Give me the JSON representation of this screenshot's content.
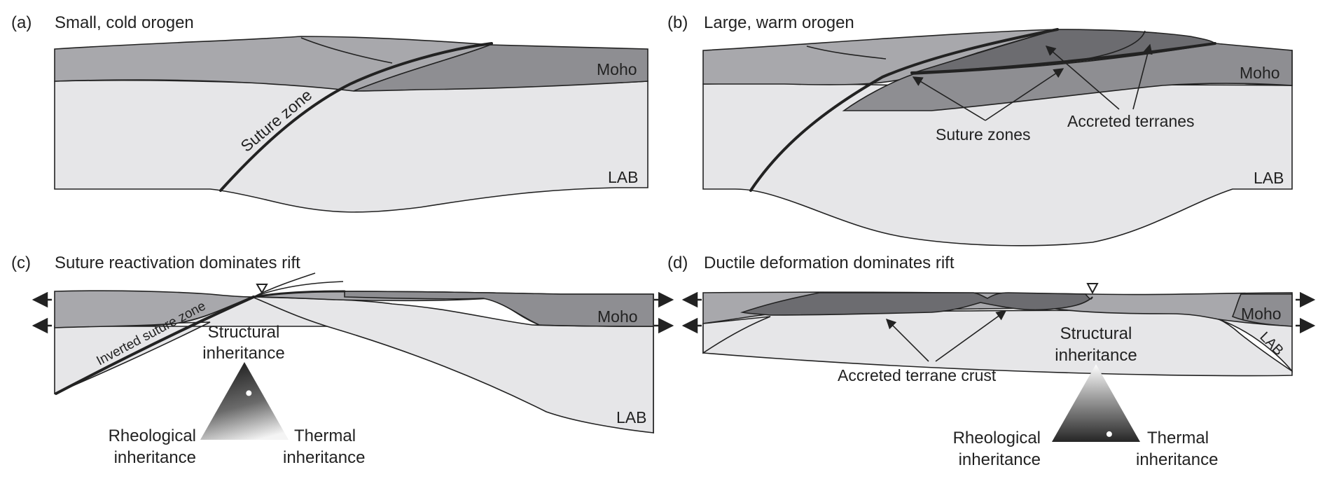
{
  "colors": {
    "mantle": "#e6e6e8",
    "crust": "#a8a8ac",
    "terrane": "#8e8e92",
    "terrane_dark": "#6c6c70",
    "line": "#222222"
  },
  "panels": {
    "a": {
      "letter": "(a)",
      "title": "Small, cold orogen",
      "moho": "Moho",
      "lab": "LAB",
      "suture": "Suture zone"
    },
    "b": {
      "letter": "(b)",
      "title": "Large, warm orogen",
      "moho": "Moho",
      "lab": "LAB",
      "suture": "Suture zones",
      "terranes": "Accreted terranes"
    },
    "c": {
      "letter": "(c)",
      "title": "Suture reactivation dominates rift",
      "moho": "Moho",
      "lab": "LAB",
      "suture": "Inverted suture zone",
      "ternary": {
        "top_line1": "Structural",
        "top_line2": "inheritance",
        "left_line1": "Rheological",
        "left_line2": "inheritance",
        "right_line1": "Thermal",
        "right_line2": "inheritance",
        "point": {
          "structural": 0.6,
          "rheological": 0.15,
          "thermal": 0.25
        }
      }
    },
    "d": {
      "letter": "(d)",
      "title": "Ductile deformation dominates rift",
      "moho": "Moho",
      "lab": "LAB",
      "terrane_crust": "Accreted terrane crust",
      "ternary": {
        "top_line1": "Structural",
        "top_line2": "inheritance",
        "left_line1": "Rheological",
        "left_line2": "inheritance",
        "right_line1": "Thermal",
        "right_line2": "inheritance",
        "point": {
          "structural": 0.1,
          "rheological": 0.3,
          "thermal": 0.6
        }
      }
    }
  }
}
